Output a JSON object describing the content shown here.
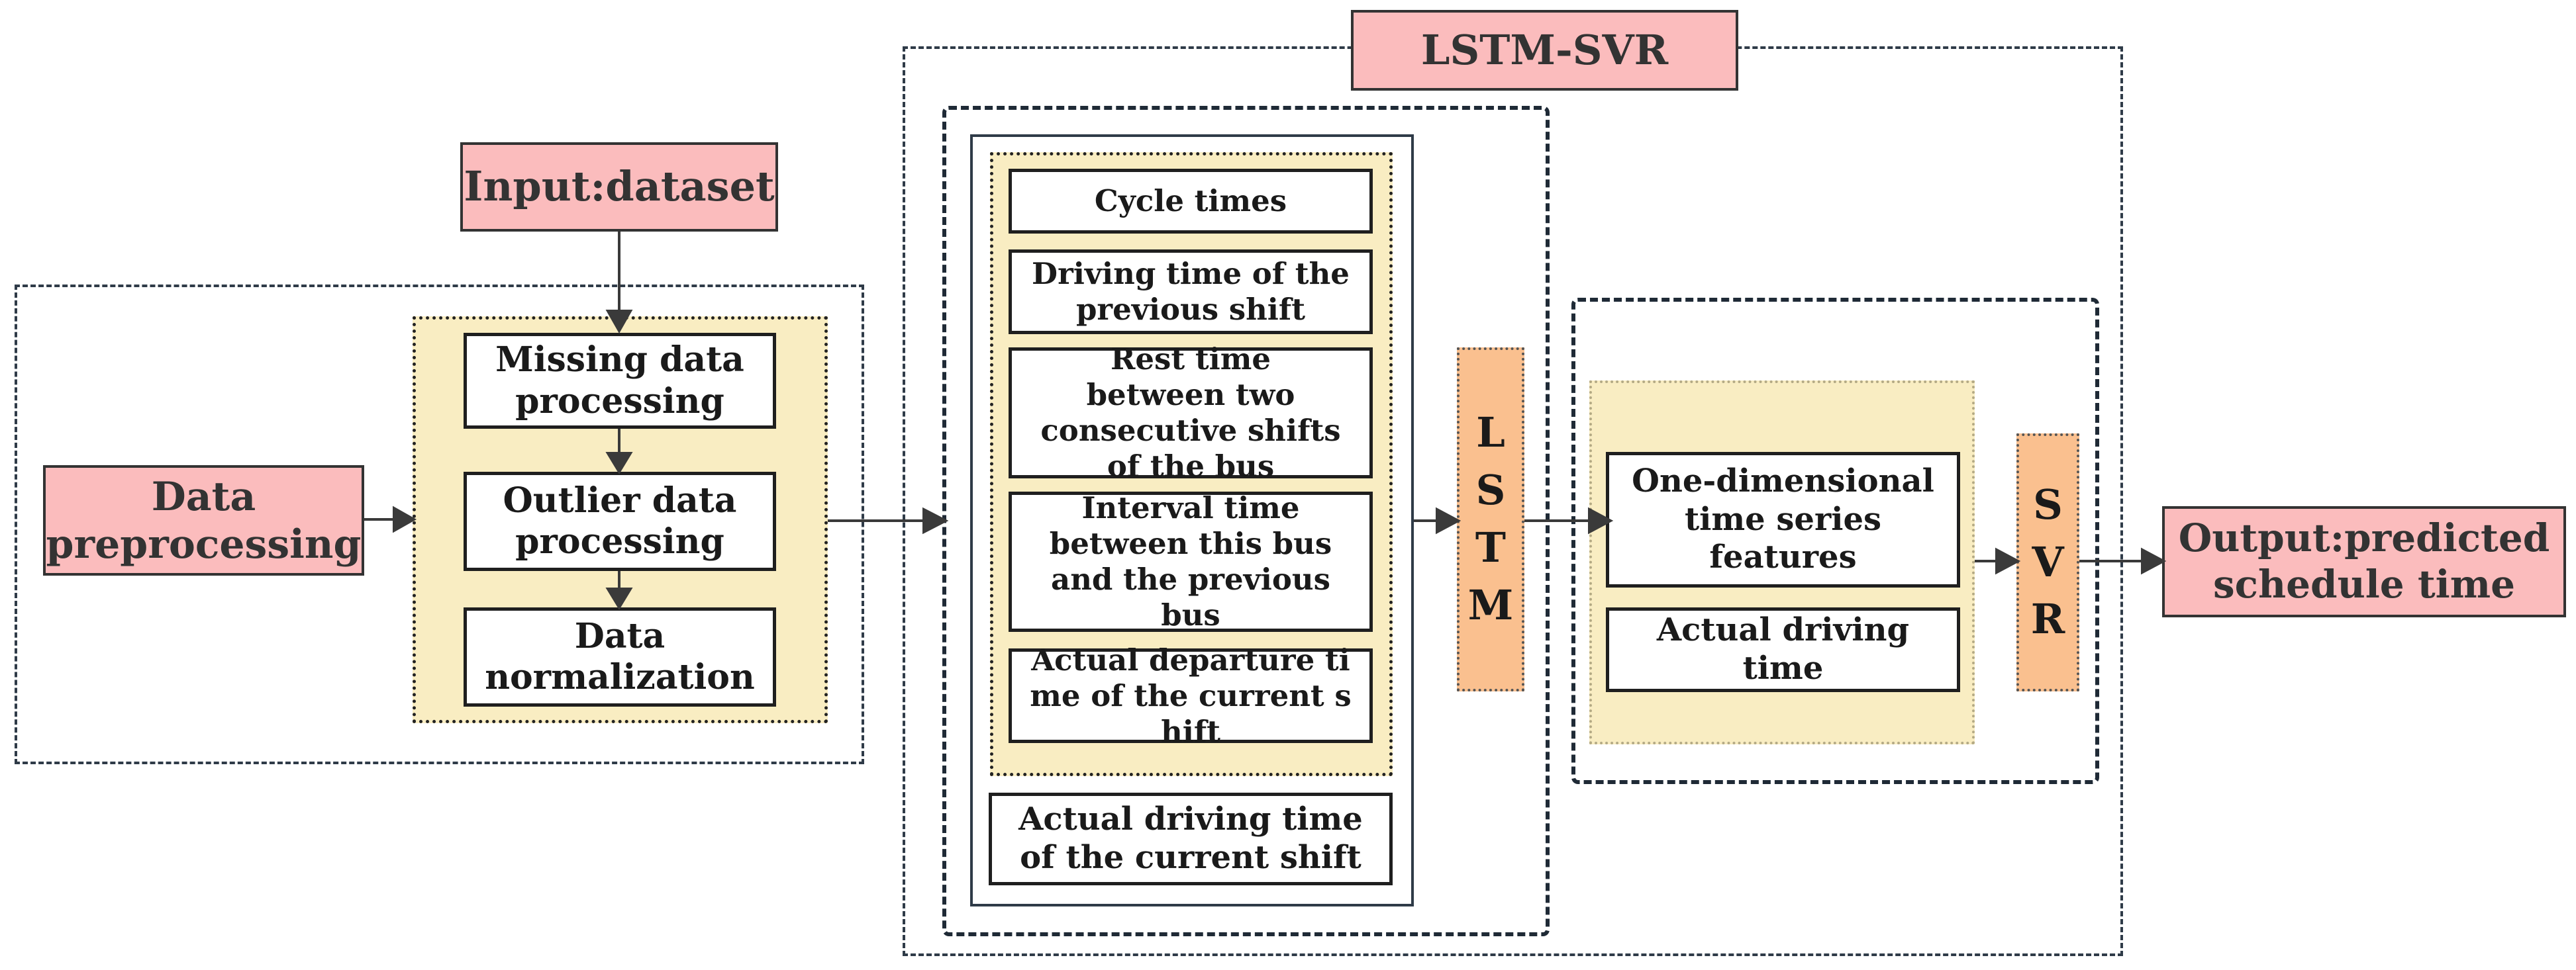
{
  "diagram": {
    "lstm_svr_label": "LSTM-SVR",
    "input_label": "Input:dataset",
    "data_preprocessing_label": "Data preprocessing",
    "preprocessing_steps": [
      "Missing data processing",
      "Outlier data processing",
      "Data normalization"
    ],
    "lstm_features": [
      "Cycle times",
      "Driving time of the previous shift",
      "Rest time between two consecutive shifts of the bus",
      "Interval time between this bus and the previous bus",
      "Actual departure time of the current shift"
    ],
    "lstm_target": "Actual driving time of the current shift",
    "lstm_letters": [
      "L",
      "S",
      "T",
      "M"
    ],
    "svr_inputs": [
      "One-dimensional time series features",
      "Actual driving time"
    ],
    "svr_letters": [
      "S",
      "V",
      "R"
    ],
    "output_label": "Output:predicted schedule time"
  },
  "colors": {
    "pink": "#fbbcbd",
    "yellow": "#f9edc2",
    "orange": "#fac08f",
    "border": "#2f3b48"
  }
}
